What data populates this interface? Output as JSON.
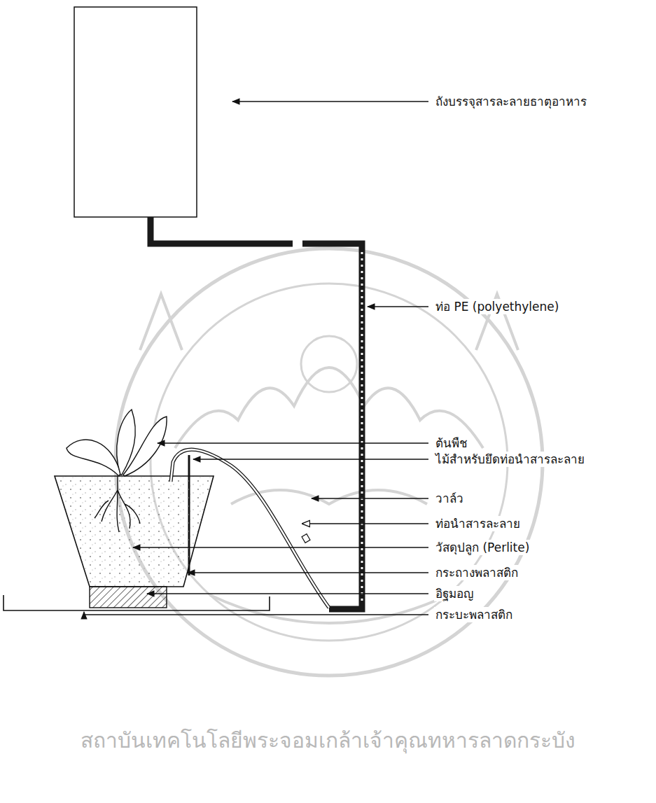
{
  "diagram": {
    "labels": [
      "ถังบรรจุสารละลายธาตุอาหาร",
      "ท่อ PE (polyethylene)",
      "ต้นพืช",
      "ไม้สำหรับยึดท่อนำสารละลาย",
      "วาล์ว",
      "ท่อนำสารละลาย",
      "วัสดุปลูก (Perlite)",
      "กระถางพลาสติก",
      "อิฐมอญ",
      "กระบะพลาสติก",
      "สถาบันเทคโนโลยีพระจอมเกล้าเจ้าคุณทหารลาดกระบัง"
    ]
  }
}
